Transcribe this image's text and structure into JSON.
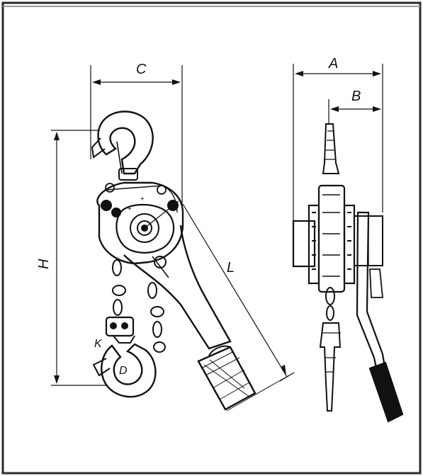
{
  "diagram": {
    "labels": {
      "A": "A",
      "B": "B",
      "C": "C",
      "H": "H",
      "L": "L",
      "K": "K",
      "D": "D"
    },
    "colors": {
      "ink": "#111111",
      "frame": "#2b2b2b",
      "background": "#ffffff"
    }
  }
}
